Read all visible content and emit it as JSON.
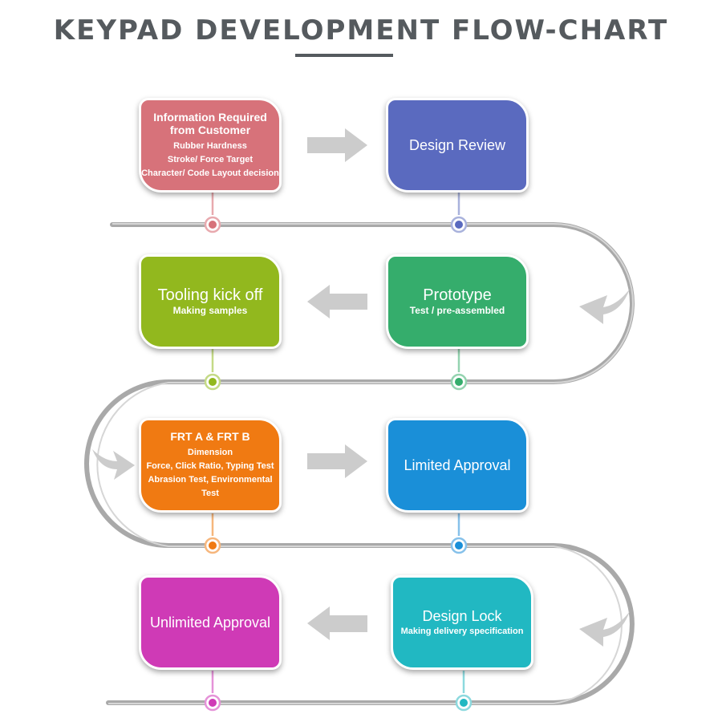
{
  "title": "KEYPAD DEVELOPMENT FLOW-CHART",
  "steps": [
    {
      "heading": "Information Required from Customer",
      "details": [
        "Rubber Hardness",
        "Stroke/ Force Target",
        "Character/ Code Layout decision"
      ],
      "color": "#d7727a"
    },
    {
      "heading": "Design Review",
      "color": "#5a6abf"
    },
    {
      "heading": "Prototype",
      "subtitle": "Test / pre-assembled",
      "color": "#35ad6c"
    },
    {
      "heading": "Tooling kick off",
      "subtitle": "Making samples",
      "color": "#92b81e"
    },
    {
      "heading": "FRT A & FRT B",
      "details": [
        "Dimension",
        "Force, Click Ratio, Typing Test",
        "Abrasion Test, Environmental Test"
      ],
      "color": "#f07a12"
    },
    {
      "heading": "Limited Approval",
      "color": "#1a8fd8"
    },
    {
      "heading": "Design Lock",
      "subtitle": "Making delivery specification",
      "color": "#21b8c2"
    },
    {
      "heading": "Unlimited Approval",
      "color": "#cf3ab6"
    }
  ],
  "colors": {
    "track": "#a9a9a9",
    "arrow": "#cccccc",
    "title": "#555a5e"
  }
}
